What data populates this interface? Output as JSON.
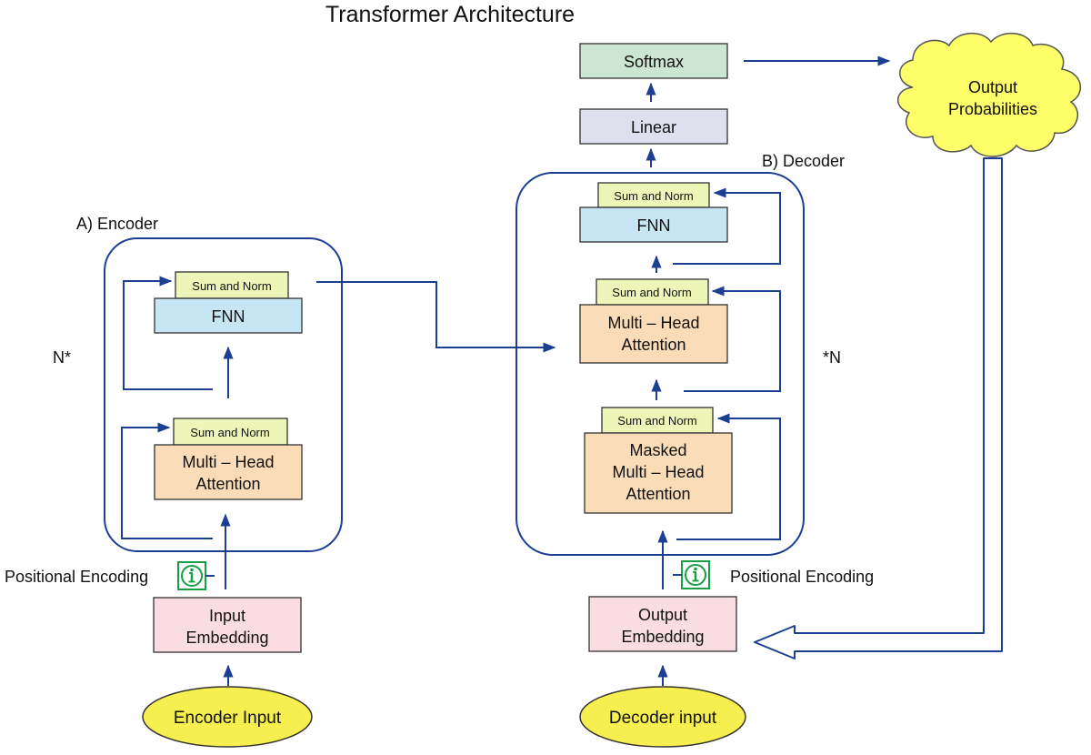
{
  "title": "Transformer Architecture",
  "encoder": {
    "label": "A) Encoder",
    "repeat": "N*",
    "fnn_norm": "Sum and Norm",
    "fnn": "FNN",
    "attn_norm": "Sum and Norm",
    "attn_line1": "Multi – Head",
    "attn_line2": "Attention",
    "positional_encoding": "Positional Encoding",
    "embedding_line1": "Input",
    "embedding_line2": "Embedding",
    "input": "Encoder Input"
  },
  "decoder": {
    "label": "B) Decoder",
    "repeat": "*N",
    "fnn_norm": "Sum and Norm",
    "fnn": "FNN",
    "cross_norm": "Sum and Norm",
    "cross_line1": "Multi – Head",
    "cross_line2": "Attention",
    "masked_norm": "Sum and Norm",
    "masked_line1": "Masked",
    "masked_line2": "Multi – Head",
    "masked_line3": "Attention",
    "positional_encoding": "Positional Encoding",
    "embedding_line1": "Output",
    "embedding_line2": "Embedding",
    "input": "Decoder input"
  },
  "linear": "Linear",
  "softmax": "Softmax",
  "output_line1": "Output",
  "output_line2": "Probabilities",
  "colors": {
    "line": "#1c3f94",
    "norm_fill": "#eef5b8",
    "fnn_fill": "#c6e6f3",
    "attention_fill": "#fadcb8",
    "embedding_fill": "#f9dde2",
    "linear_fill": "#dfe0ee",
    "softmax_fill": "#cde6d1",
    "oval_fill": "#f7ee4f",
    "cloud_fill": "#ffff6a",
    "info_icon": "#17a043"
  },
  "icons": [
    "info-icon",
    "cloud-shape"
  ]
}
